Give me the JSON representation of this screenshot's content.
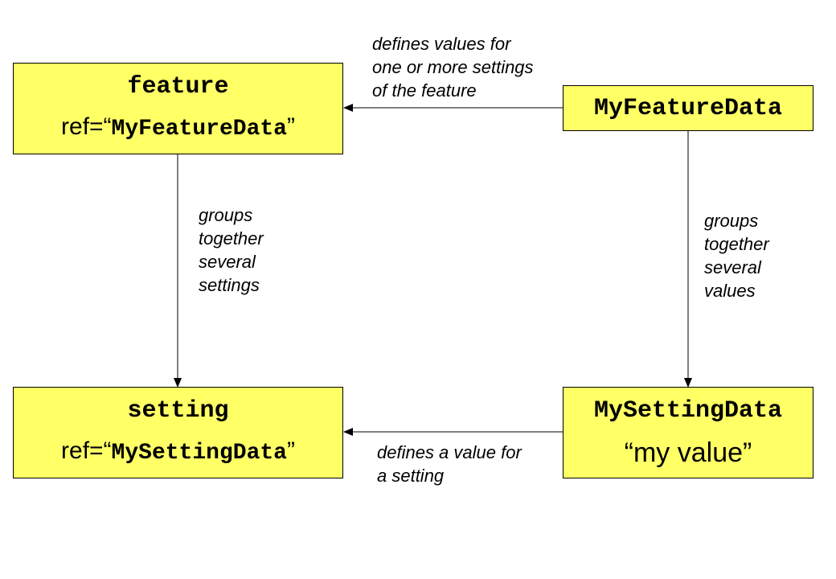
{
  "nodes": {
    "feature": {
      "title": "feature",
      "ref_prefix": "ref=“",
      "ref_value": "MyFeatureData",
      "ref_suffix": "”"
    },
    "my_feature_data": {
      "title": "MyFeatureData"
    },
    "setting": {
      "title": "setting",
      "ref_prefix": "ref=“",
      "ref_value": "MySettingData",
      "ref_suffix": "”"
    },
    "my_setting_data": {
      "title": "MySettingData",
      "value": "“my value”"
    }
  },
  "edges": {
    "defines_values": "defines values for\none or more settings\nof the feature",
    "groups_settings": "groups\ntogether\nseveral\nsettings",
    "groups_values": "groups\ntogether\nseveral\nvalues",
    "defines_value": "defines a value for\na setting"
  },
  "colors": {
    "box_fill": "#ffff66",
    "stroke": "#000000"
  }
}
